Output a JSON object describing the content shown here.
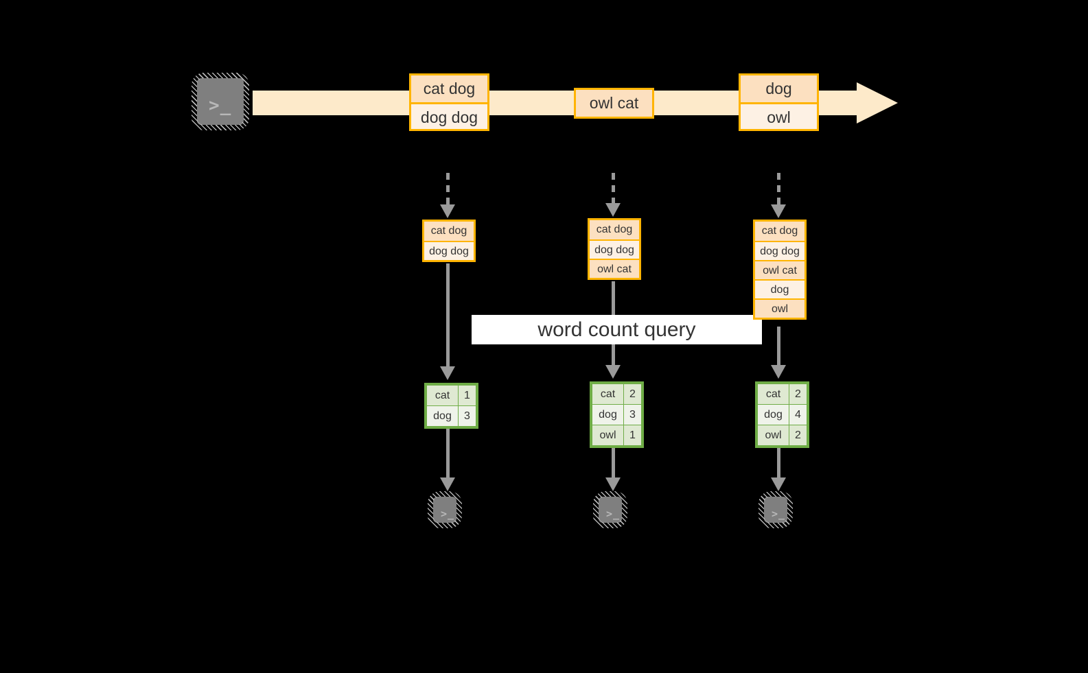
{
  "diagram": {
    "title": "word count query over a stream",
    "source_terminal": {
      "icon": "terminal-prompt-icon",
      "glyph": ">_"
    },
    "stream": {
      "direction": "left-to-right",
      "fill_color": "#fdeaca",
      "border_color": "#ffb400"
    },
    "timeline_events": [
      {
        "id": "event-1",
        "lines": [
          "cat dog",
          "dog dog"
        ]
      },
      {
        "id": "event-2",
        "lines": [
          "owl cat"
        ]
      },
      {
        "id": "event-3",
        "lines": [
          "dog",
          "owl"
        ]
      }
    ],
    "columns": [
      {
        "id": "column-1",
        "state_rows": [
          "cat dog",
          "dog dog"
        ],
        "result": {
          "rows": [
            {
              "word": "cat",
              "count": "1"
            },
            {
              "word": "dog",
              "count": "3"
            }
          ]
        },
        "sink_terminal": {
          "icon": "terminal-prompt-icon",
          "glyph": ">_"
        }
      },
      {
        "id": "column-2",
        "state_rows": [
          "cat dog",
          "dog dog",
          "owl cat"
        ],
        "result": {
          "rows": [
            {
              "word": "cat",
              "count": "2"
            },
            {
              "word": "dog",
              "count": "3"
            },
            {
              "word": "owl",
              "count": "1"
            }
          ]
        },
        "sink_terminal": {
          "icon": "terminal-prompt-icon",
          "glyph": ">_"
        }
      },
      {
        "id": "column-3",
        "state_rows": [
          "cat dog",
          "dog dog",
          "owl cat",
          "dog",
          "owl"
        ],
        "result": {
          "rows": [
            {
              "word": "cat",
              "count": "2"
            },
            {
              "word": "dog",
              "count": "4"
            },
            {
              "word": "owl",
              "count": "2"
            }
          ]
        },
        "sink_terminal": {
          "icon": "terminal-prompt-icon",
          "glyph": ">_"
        }
      }
    ],
    "query_label": "word count query",
    "colors": {
      "accent_orange": "#ffb400",
      "event_fill_dark": "#fce0c0",
      "event_fill_light": "#fdf1e4",
      "stream_fill": "#fdeaca",
      "result_border_green": "#6fad46",
      "result_fill_dark": "#dfe9d2",
      "result_fill_light": "#eff3ea",
      "connector_gray": "#9a9a9a",
      "terminal_gray": "#7f7f7f",
      "background": "#000000",
      "banner_background": "#ffffff"
    }
  }
}
